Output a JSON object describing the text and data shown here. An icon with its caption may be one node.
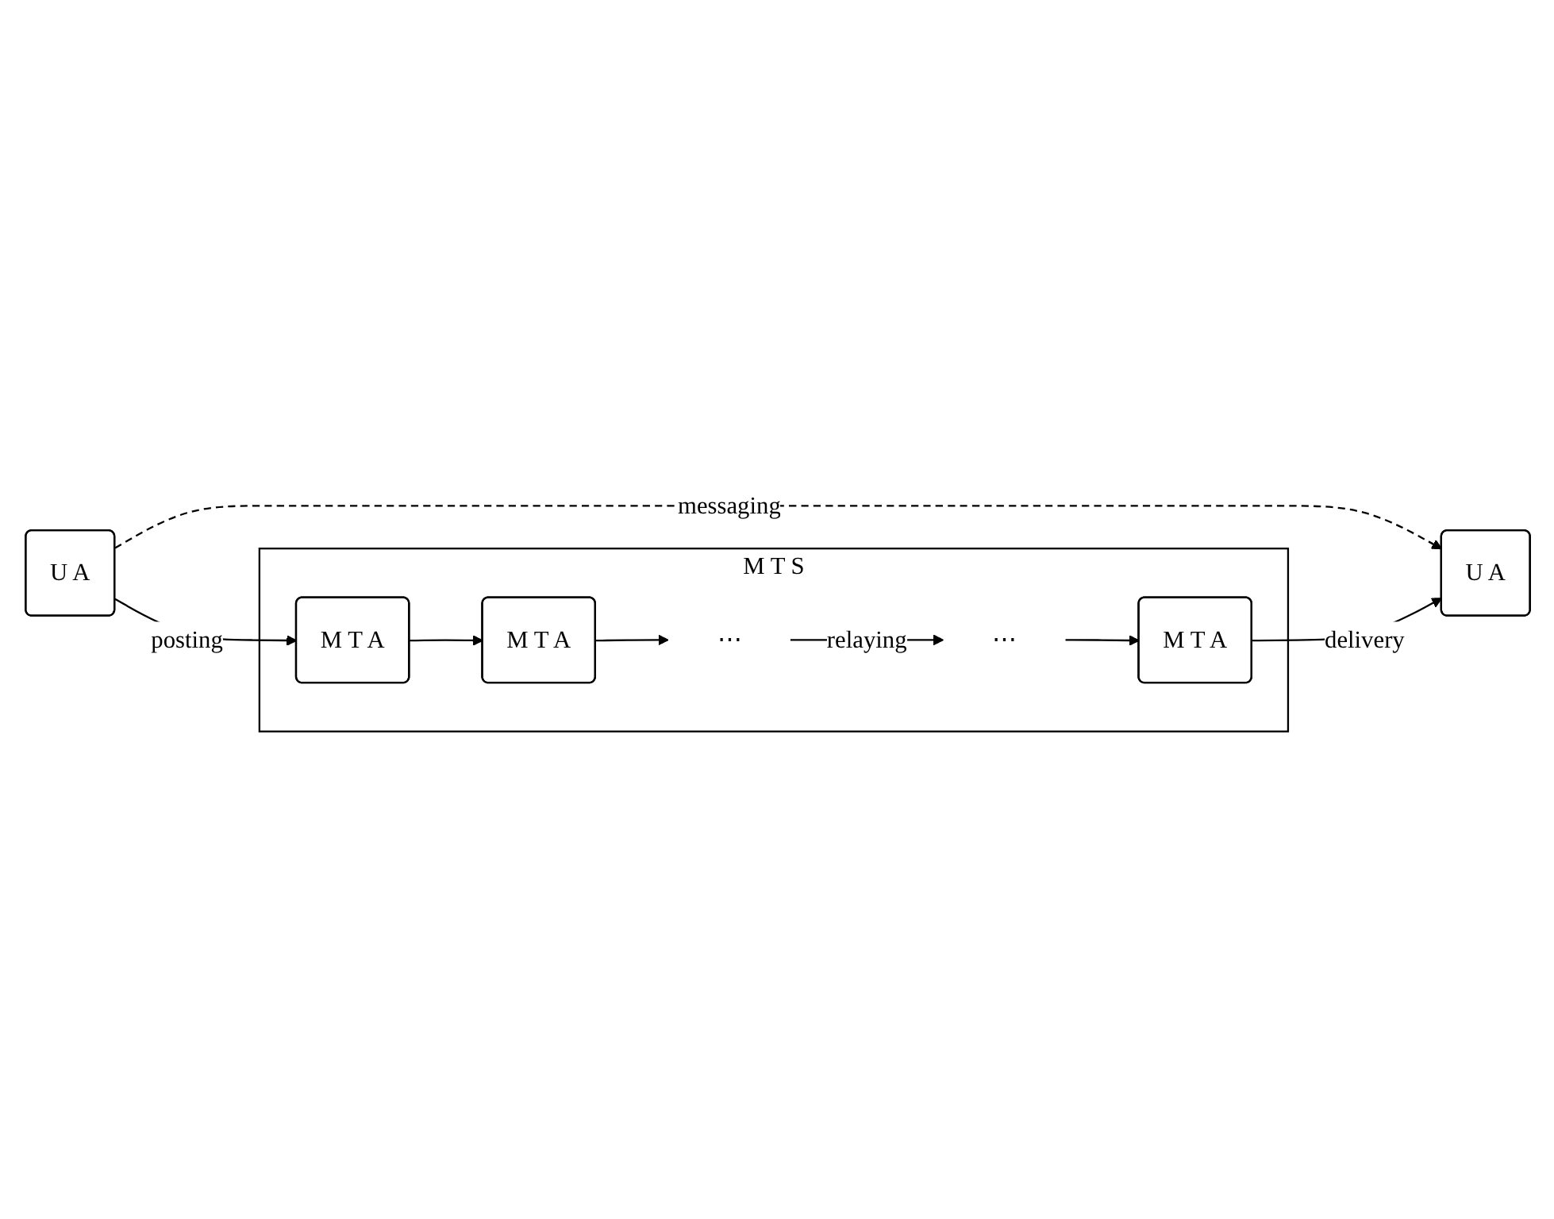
{
  "diagram": {
    "nodes": [
      {
        "text": [
          "U A"
        ]
      },
      {
        "text": [
          "U A"
        ]
      },
      {
        "text": [
          "M T S"
        ]
      },
      {
        "text": [
          "M T A"
        ],
        "in": 2
      },
      {
        "text": [
          "M T A"
        ],
        "in": 2
      },
      {
        "text": [
          "⋯"
        ],
        "in": 2
      },
      {
        "text": [
          "⋯"
        ],
        "in": 2
      },
      {
        "text": [
          "M T A"
        ],
        "in": 2
      }
    ],
    "edges": [
      {
        "from": 0,
        "to": 1,
        "arrow": "to",
        "style": "dashed",
        "label": "messaging"
      },
      {
        "from": 0,
        "to": 3,
        "arrow": "to",
        "label": "posting"
      },
      {
        "from": 7,
        "to": 1,
        "arrow": "to",
        "label": "delivery"
      },
      {
        "from": 3,
        "to": 4,
        "arrow": "to"
      },
      {
        "from": 4,
        "to": 5,
        "arrow": "to"
      },
      {
        "from": 5,
        "to": 6,
        "arrow": "to",
        "label": "relaying"
      },
      {
        "from": 6,
        "to": 7,
        "arrow": "to"
      }
    ]
  }
}
